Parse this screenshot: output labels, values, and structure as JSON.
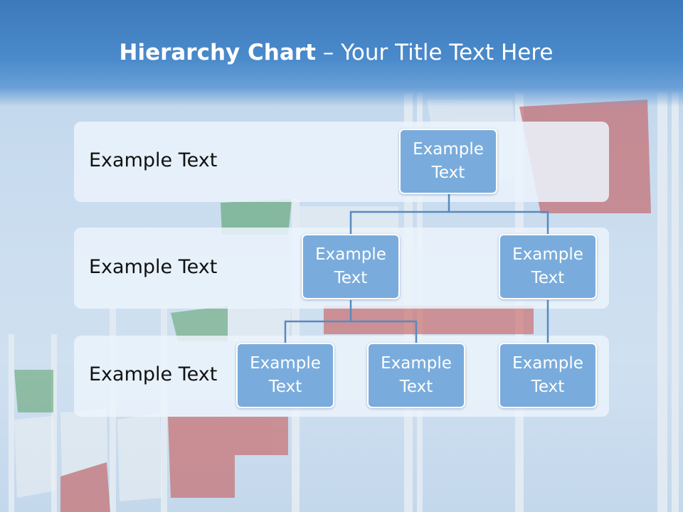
{
  "title": {
    "bold": "Hierarchy Chart",
    "rest": " – Your Title Text Here"
  },
  "levels": [
    {
      "label": "Example Text"
    },
    {
      "label": "Example Text"
    },
    {
      "label": "Example Text"
    }
  ],
  "nodes": {
    "root": "Example Text",
    "mid_left": "Example Text",
    "mid_right": "Example Text",
    "leaf_1": "Example Text",
    "leaf_2": "Example Text",
    "leaf_3": "Example Text"
  },
  "colors": {
    "title_band": "#4a8acb",
    "node_fill": "#79acdc",
    "connector": "#5a89bf"
  }
}
